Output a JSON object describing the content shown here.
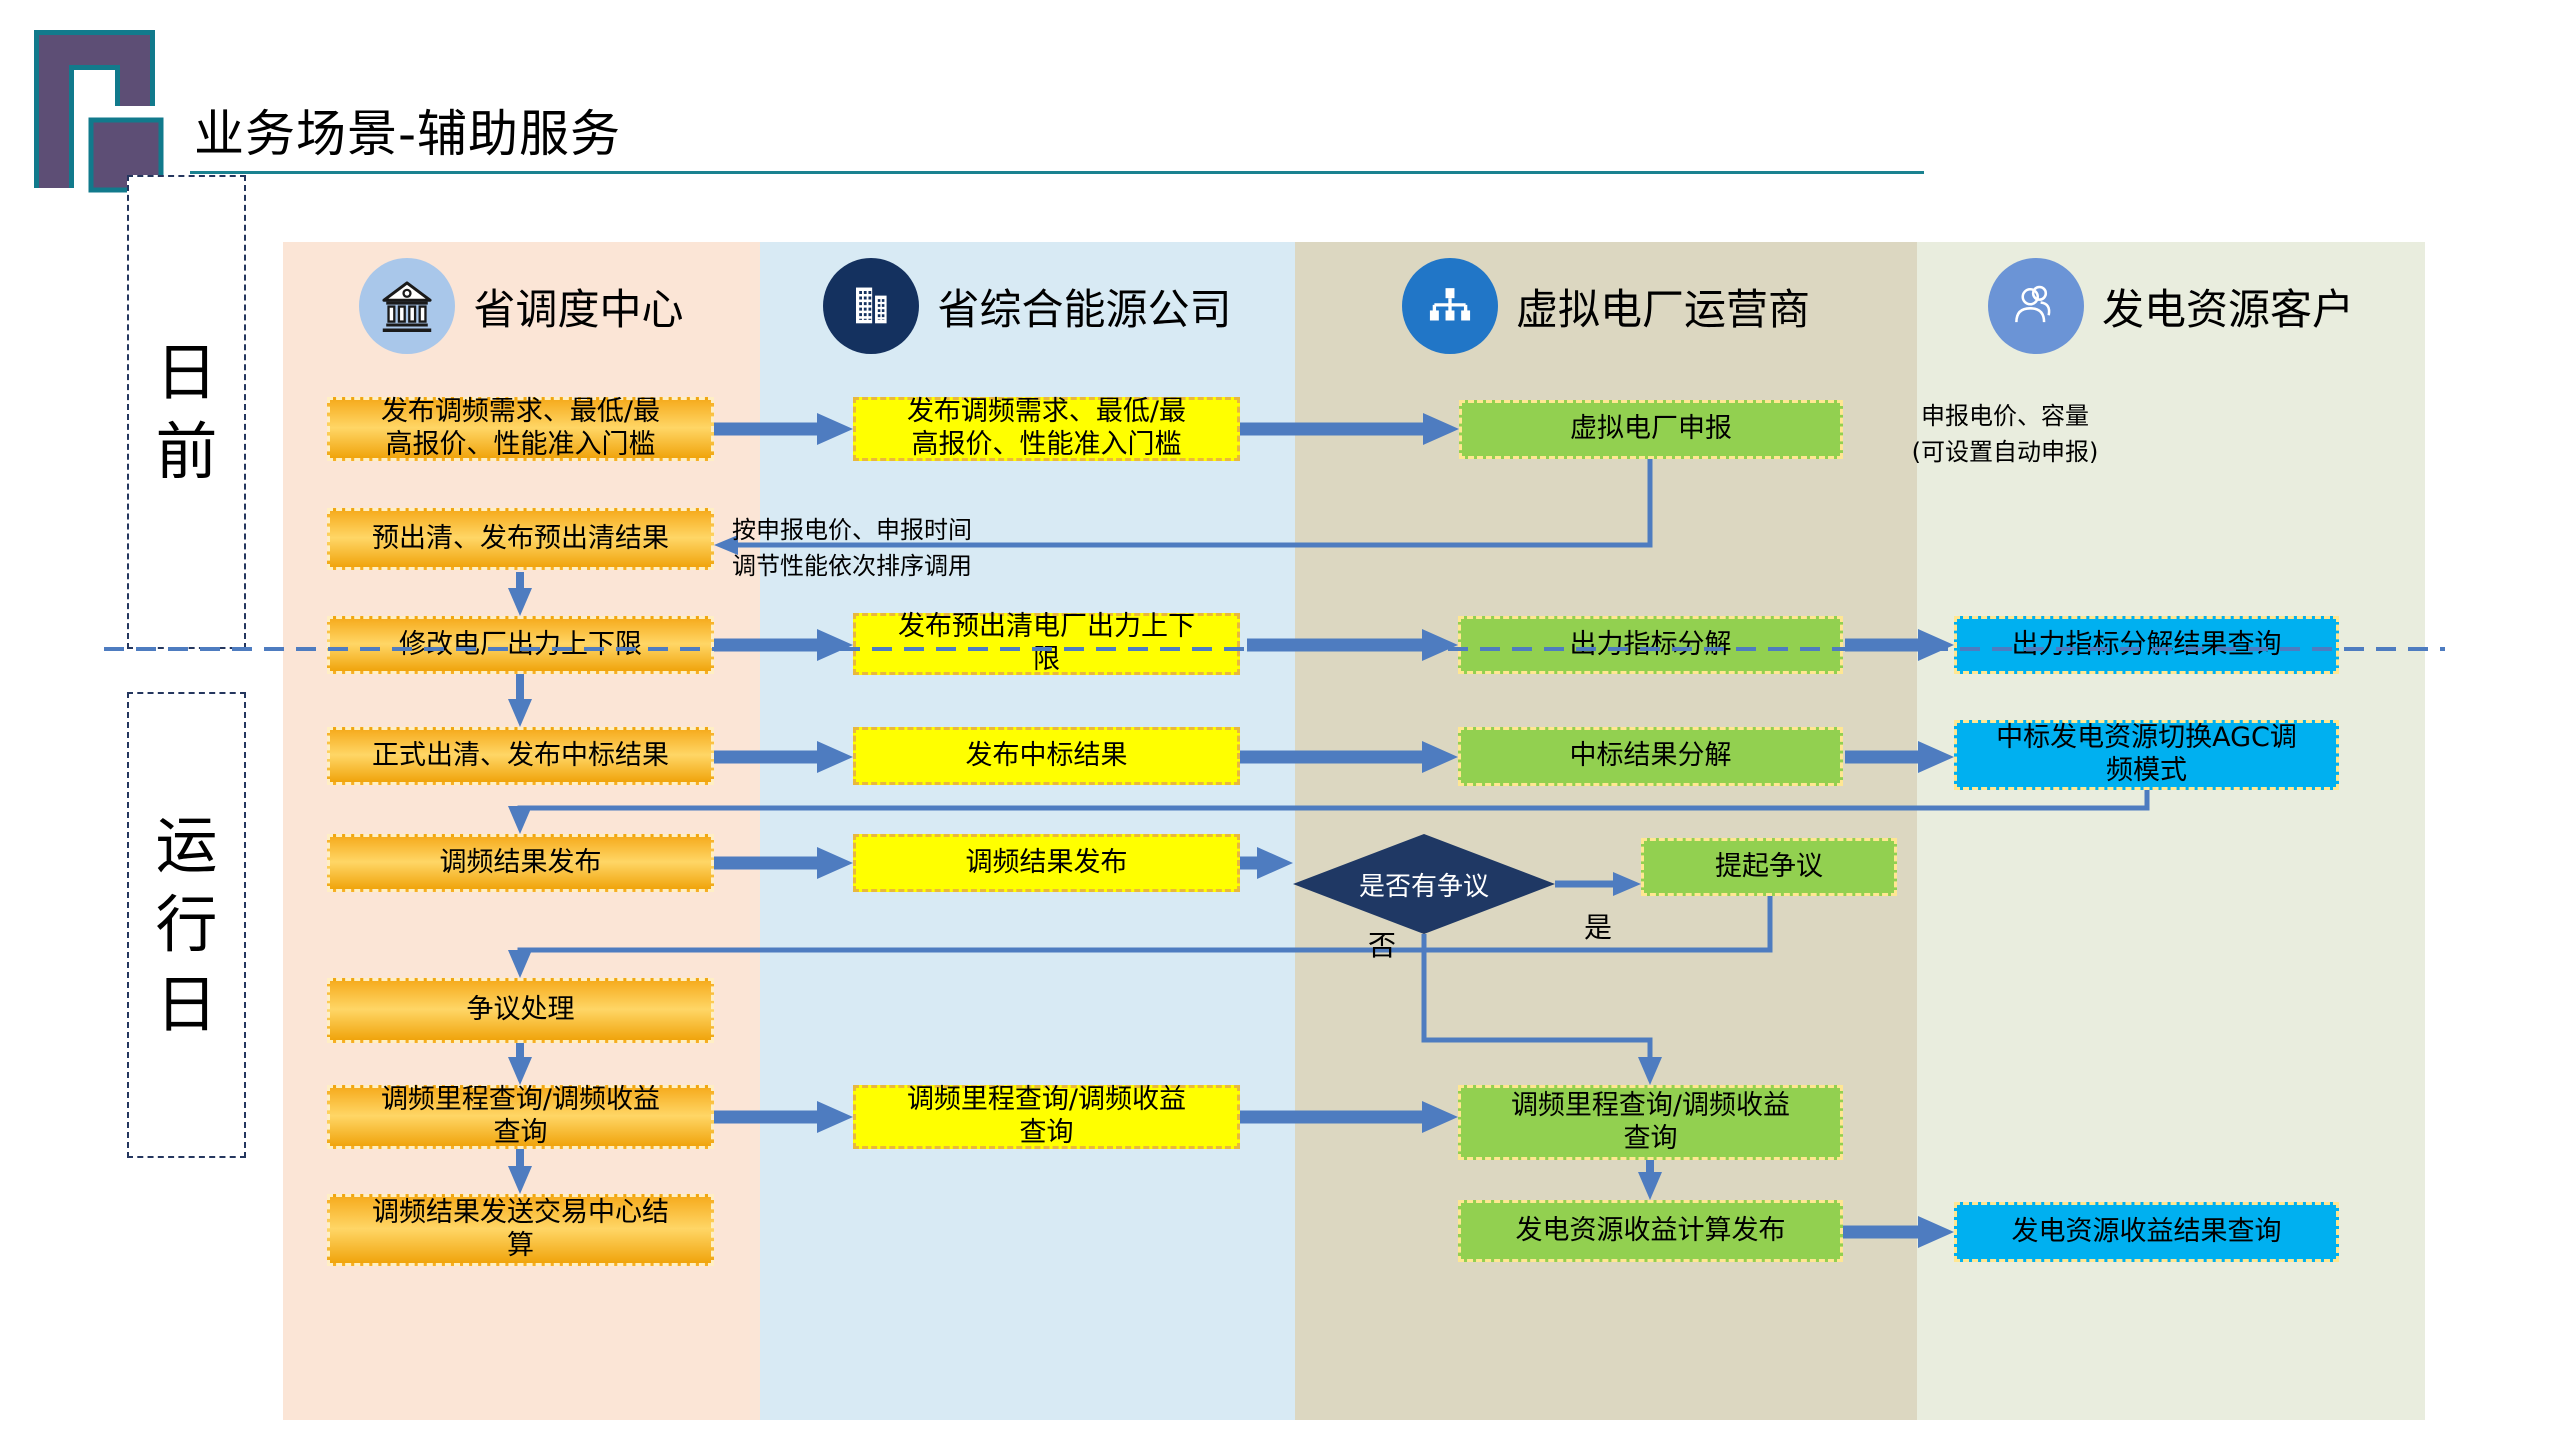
{
  "header": {
    "title": "业务场景-辅助服务"
  },
  "lanes": [
    {
      "id": "day-ahead",
      "label": "日\n前"
    },
    {
      "id": "operation-day",
      "label": "运\n行\n日"
    }
  ],
  "columns": [
    {
      "id": "dispatch-center",
      "label": "省调度中心",
      "icon": "bank-icon",
      "circle_color": "#A9C7EA"
    },
    {
      "id": "energy-company",
      "label": "省综合能源公司",
      "icon": "buildings-icon",
      "circle_color": "#14315F"
    },
    {
      "id": "vpp-operator",
      "label": "虚拟电厂运营商",
      "icon": "network-icon",
      "circle_color": "#2176C7"
    },
    {
      "id": "gen-customer",
      "label": "发电资源客户",
      "icon": "people-icon",
      "circle_color": "#6B94D6"
    }
  ],
  "nodes": {
    "d1": "发布调频需求、最低/最\n高报价、性能准入门槛",
    "d2": "预出清、发布预出清结果",
    "d3": "修改电厂出力上下限",
    "d4": "正式出清、发布中标结果",
    "d5": "调频结果发布",
    "d6": "争议处理",
    "d7": "调频里程查询/调频收益\n查询",
    "d8": "调频结果发送交易中心结\n算",
    "e1": "发布调频需求、最低/最\n高报价、性能准入门槛",
    "e2": "发布预出清电厂出力上下\n限",
    "e3": "发布中标结果",
    "e4": "调频结果发布",
    "e5": "调频里程查询/调频收益\n查询",
    "v1": "虚拟电厂申报",
    "v2": "出力指标分解",
    "v3": "中标结果分解",
    "v4": "提起争议",
    "v5": "调频里程查询/调频收益\n查询",
    "v6": "发电资源收益计算发布",
    "c1": "出力指标分解结果查询",
    "c2": "中标发电资源切换AGC调\n频模式",
    "c3": "发电资源收益结果查询"
  },
  "decision": {
    "label": "是否有争议",
    "yes_label": "是",
    "no_label": "否"
  },
  "annotations": {
    "bid_note": "申报电价、容量\n(可设置自动申报)",
    "clearing_note": "按申报电价、申报时间\n调节性能依次排序调用"
  },
  "colors": {
    "column_dispatch_bg": "#FBE5D6",
    "column_energy_bg": "#D8EAF4",
    "column_vpp_bg": "#DCD7C1",
    "column_customer_bg": "#E9EDDE",
    "box_orange": "#FFC23A",
    "box_yellow": "#FFFF00",
    "box_green": "#92D050",
    "box_cyan": "#00B0F0",
    "decision_diamond": "#1F3864",
    "arrow_blue": "#4E7CC0",
    "title_rule_teal": "#1A8290",
    "logo_purple": "#5D4E75",
    "logo_teal": "#117A8C"
  }
}
